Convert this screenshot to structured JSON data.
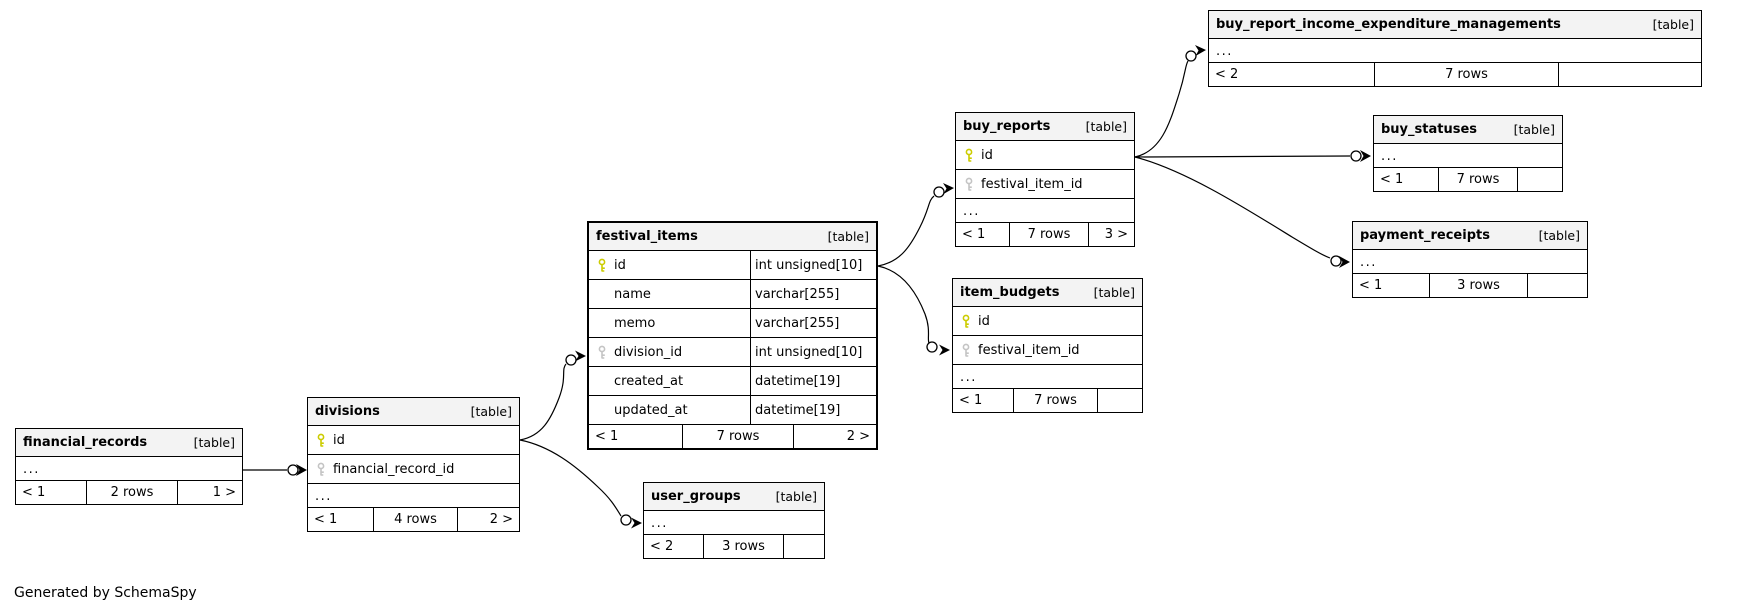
{
  "page": {
    "footer_note": "Generated by SchemaSpy"
  },
  "tables": [
    {
      "name": "financial_records",
      "badge": "[table]",
      "ellipsis": "...",
      "footer": {
        "parents": "< 1",
        "rows": "2 rows",
        "children": "1 >"
      }
    },
    {
      "name": "divisions",
      "badge": "[table]",
      "ellipsis": "...",
      "columns": [
        {
          "name": "id",
          "key": "primary"
        },
        {
          "name": "financial_record_id",
          "key": "foreign"
        }
      ],
      "footer": {
        "parents": "< 1",
        "rows": "4 rows",
        "children": "2 >"
      }
    },
    {
      "name": "festival_items",
      "badge": "[table]",
      "columns": [
        {
          "name": "id",
          "type": "int unsigned[10]",
          "key": "primary"
        },
        {
          "name": "name",
          "type": "varchar[255]",
          "key": null
        },
        {
          "name": "memo",
          "type": "varchar[255]",
          "key": null
        },
        {
          "name": "division_id",
          "type": "int unsigned[10]",
          "key": "foreign"
        },
        {
          "name": "created_at",
          "type": "datetime[19]",
          "key": null
        },
        {
          "name": "updated_at",
          "type": "datetime[19]",
          "key": null
        }
      ],
      "footer": {
        "parents": "< 1",
        "rows": "7 rows",
        "children": "2 >"
      }
    },
    {
      "name": "user_groups",
      "badge": "[table]",
      "ellipsis": "...",
      "footer": {
        "parents": "< 2",
        "rows": "3 rows",
        "children": ""
      }
    },
    {
      "name": "buy_reports",
      "badge": "[table]",
      "ellipsis": "...",
      "columns": [
        {
          "name": "id",
          "key": "primary"
        },
        {
          "name": "festival_item_id",
          "key": "foreign"
        }
      ],
      "footer": {
        "parents": "< 1",
        "rows": "7 rows",
        "children": "3 >"
      }
    },
    {
      "name": "item_budgets",
      "badge": "[table]",
      "ellipsis": "...",
      "columns": [
        {
          "name": "id",
          "key": "primary"
        },
        {
          "name": "festival_item_id",
          "key": "foreign"
        }
      ],
      "footer": {
        "parents": "< 1",
        "rows": "7 rows",
        "children": ""
      }
    },
    {
      "name": "buy_report_income_expenditure_managements",
      "badge": "[table]",
      "ellipsis": "...",
      "footer": {
        "parents": "< 2",
        "rows": "7 rows",
        "children": ""
      }
    },
    {
      "name": "buy_statuses",
      "badge": "[table]",
      "ellipsis": "...",
      "footer": {
        "parents": "< 1",
        "rows": "7 rows",
        "children": ""
      }
    },
    {
      "name": "payment_receipts",
      "badge": "[table]",
      "ellipsis": "...",
      "footer": {
        "parents": "< 1",
        "rows": "3 rows",
        "children": ""
      }
    }
  ],
  "relationships": [
    {
      "from": "financial_records",
      "to": "divisions.financial_record_id"
    },
    {
      "from": "divisions.id",
      "to": "festival_items.division_id"
    },
    {
      "from": "divisions.id",
      "to": "user_groups"
    },
    {
      "from": "festival_items.id",
      "to": "buy_reports.festival_item_id"
    },
    {
      "from": "festival_items.id",
      "to": "item_budgets.festival_item_id"
    },
    {
      "from": "buy_reports.id",
      "to": "buy_report_income_expenditure_managements"
    },
    {
      "from": "buy_reports.id",
      "to": "buy_statuses"
    },
    {
      "from": "buy_reports.id",
      "to": "payment_receipts"
    }
  ],
  "colors": {
    "primary_key": "#cccc00",
    "foreign_key": "#c4c4c4",
    "header_bg": "#f3f3f3"
  }
}
